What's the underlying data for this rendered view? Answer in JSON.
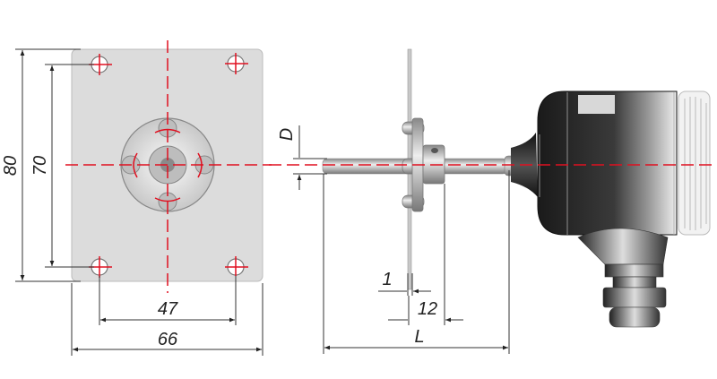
{
  "title": "Sensor with mounting flange – dimensional drawing",
  "front_view": {
    "dimensions": {
      "height_outer": "80",
      "height_holes": "70",
      "width_holes": "47",
      "width_outer": "66"
    }
  },
  "side_view": {
    "dimensions": {
      "diameter": "D",
      "plate_thickness": "1",
      "collar_length": "12",
      "length": "L"
    }
  },
  "colors": {
    "centerline": "#e01020",
    "plate": "#dcdcdc",
    "housing": "#2a2a2a"
  }
}
